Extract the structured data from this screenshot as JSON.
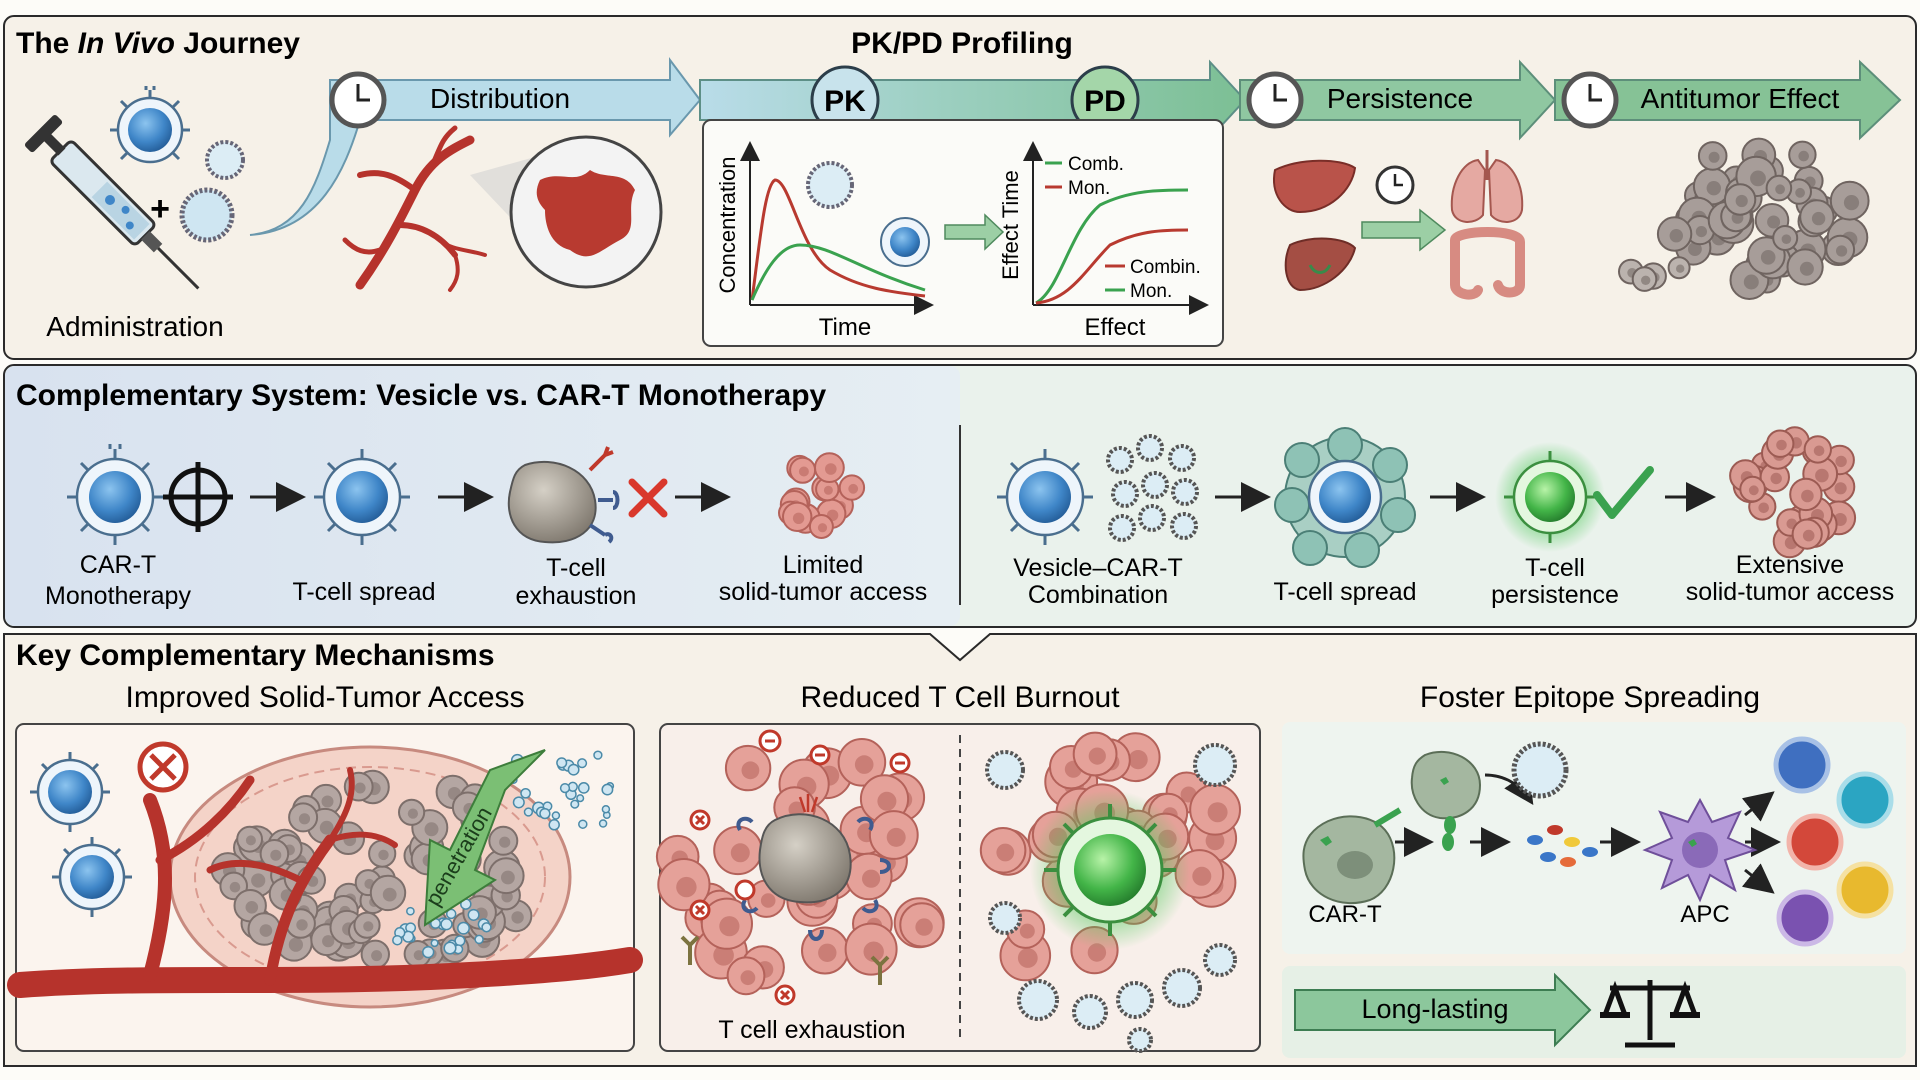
{
  "panel1": {
    "title_prefix": "The ",
    "title_italic": "In Vivo",
    "title_suffix": " Journey",
    "pkpd_title": "PK/PD Profiling",
    "administration": "Administration",
    "plus": "+",
    "steps": {
      "distribution": "Distribution",
      "pk": "PK",
      "pd": "PD",
      "persistence": "Persistence",
      "antitumor": "Antitumor Effect"
    },
    "pk_chart": {
      "ylabel": "Concentration",
      "xlabel": "Time"
    },
    "pd_chart": {
      "ylabel": "Effect Time",
      "xlabel": "Effect",
      "legend_top": [
        "Comb.",
        "Mon."
      ],
      "legend_bottom": [
        "Combin.",
        "Mon."
      ]
    }
  },
  "panel2": {
    "title": "Complementary System: Vesicle vs. CAR-T Monotherapy",
    "left": {
      "car_t_line1": "CAR-T",
      "car_t_line2": "Monotherapy",
      "spread": "T-cell spread",
      "exhaustion_line1": "T-cell",
      "exhaustion_line2": "exhaustion",
      "limited_line1": "Limited",
      "limited_line2": "solid-tumor access"
    },
    "right": {
      "combo_line1": "Vesicle–CAR-T",
      "combo_line2": "Combination",
      "spread": "T-cell spread",
      "persist_line1": "T-cell",
      "persist_line2": "persistence",
      "extensive_line1": "Extensive",
      "extensive_line2": "solid-tumor access"
    }
  },
  "panel3": {
    "title": "Key Complementary Mechanisms",
    "access_title": "Improved Solid-Tumor Access",
    "penetration": "penetration",
    "burnout_title": "Reduced T Cell Burnout",
    "exhaustion_label": "T cell exhaustion",
    "epitope_title": "Foster Epitope Spreading",
    "car_t": "CAR-T",
    "apc": "APC",
    "long_lasting": "Long-lasting"
  },
  "colors": {
    "cell_blue": "#3f86c8",
    "vessel_red": "#b6332c",
    "tumor_pink": "#e39a92",
    "arrow_green": "#6fb28a",
    "arrow_blue": "#a6cfe0",
    "mono_red": "#b83a30",
    "comb_green": "#3aa24f"
  }
}
